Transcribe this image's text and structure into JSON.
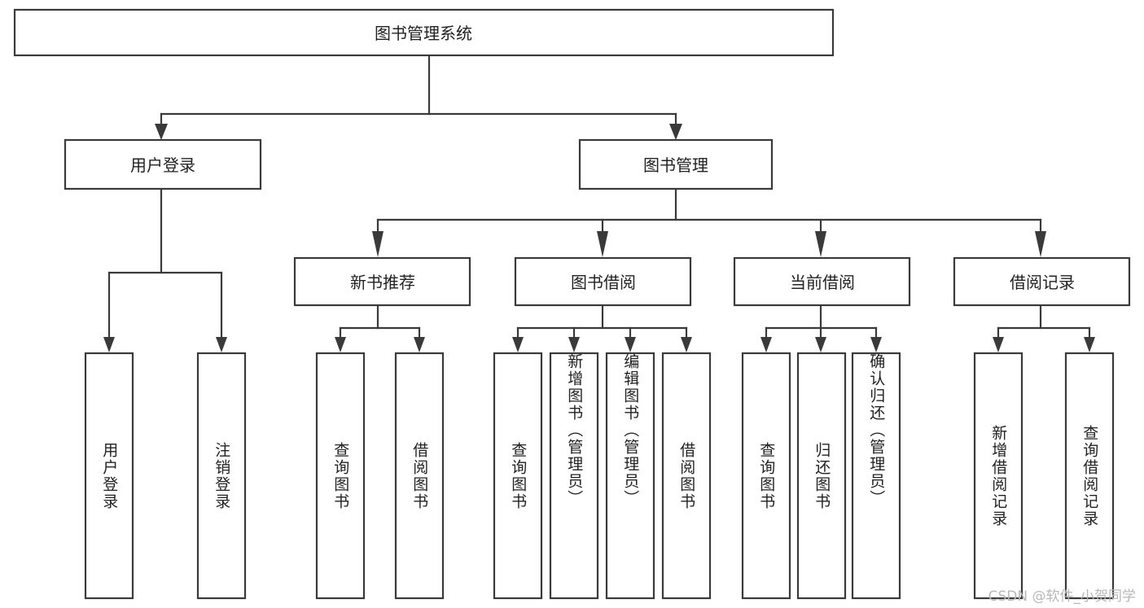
{
  "diagram": {
    "type": "tree-hierarchy",
    "title": "图书管理系统",
    "watermark": "CSDN @软件_小贺同学",
    "colors": {
      "box_stroke": "#3a3a3a",
      "box_fill": "#ffffff",
      "connector": "#3a3a3a",
      "text": "#222222",
      "watermark": "#b8b8b8",
      "background": "#ffffff"
    },
    "root": {
      "label": "图书管理系统"
    },
    "level2": [
      {
        "label": "用户登录"
      },
      {
        "label": "图书管理"
      }
    ],
    "level3": [
      {
        "label": "新书推荐"
      },
      {
        "label": "图书借阅"
      },
      {
        "label": "当前借阅"
      },
      {
        "label": "借阅记录"
      }
    ],
    "leaves": {
      "user_login": [
        {
          "label": "用户登录"
        },
        {
          "label": "注销登录"
        }
      ],
      "new_book_recommend": [
        {
          "label": "查询图书"
        },
        {
          "label": "借阅图书"
        }
      ],
      "book_borrow": [
        {
          "label": "查询图书"
        },
        {
          "label": "新增图书（管理员）"
        },
        {
          "label": "编辑图书（管理员）"
        },
        {
          "label": "借阅图书"
        }
      ],
      "current_borrow": [
        {
          "label": "查询图书"
        },
        {
          "label": "归还图书"
        },
        {
          "label": "确认归还（管理员）"
        }
      ],
      "borrow_record": [
        {
          "label": "新增借阅记录"
        },
        {
          "label": "查询借阅记录"
        }
      ]
    }
  }
}
